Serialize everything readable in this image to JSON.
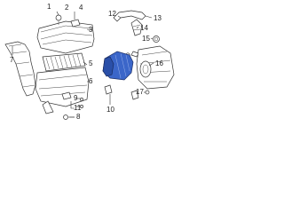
{
  "callouts": {
    "c1": "1",
    "c2": "2",
    "c3": "3",
    "c4": "4",
    "c5": "5",
    "c6": "6",
    "c7": "7",
    "c8": "8",
    "c9": "9",
    "c10": "10",
    "c11": "11",
    "c12": "12",
    "c13": "13",
    "c14": "14",
    "c15": "15",
    "c16": "16",
    "c17": "17"
  },
  "colors": {
    "line": "#333333",
    "highlight": "#3b66c9",
    "background": "#ffffff"
  }
}
